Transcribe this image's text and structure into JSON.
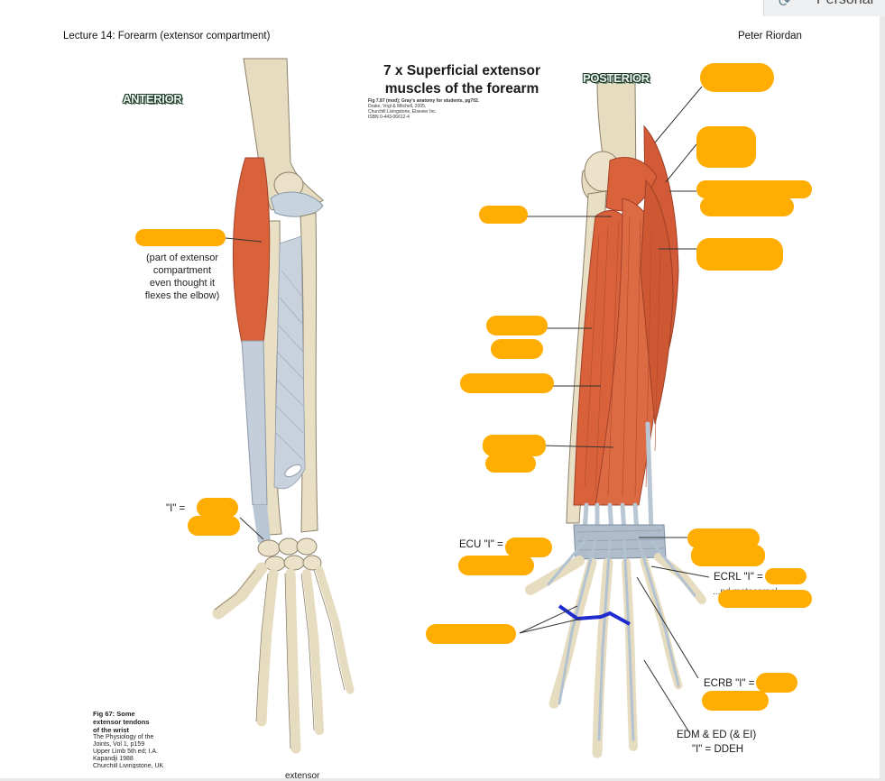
{
  "header": {
    "lecture": "Lecture 14: Forearm (extensor compartment)",
    "author": "Peter Riordan",
    "corner_tab": "Personal"
  },
  "title": {
    "line1": "7 x Superficial extensor",
    "line2": "muscles of the forearm"
  },
  "citation": [
    "Fig 7.87 (mod); Gray's anatomy for students, pg702.",
    "Drake, Vogl & Mitchell, 2005,",
    "Churchill Livingstone, Elsevier Inc.",
    "ISBN 0-443-06612-4"
  ],
  "views": {
    "anterior": "ANTERIOR",
    "posterior": "POSTERIOR"
  },
  "anterior_note": [
    "(part of extensor",
    "compartment",
    "even thought it",
    "flexes the elbow)"
  ],
  "labels": {
    "anterior_i": "\"I\" =",
    "ecu": "ECU \"I\" =",
    "ecrl": "ECRL \"I\" =",
    "ecrl_cont": "...nd metacarpal",
    "ecrb": "ECRB \"I\" =",
    "edm_line1": "EDM & ED (& EI)",
    "edm_line2": "\"I\" = DDEH",
    "bottom_cut": "extensor"
  },
  "figure67": {
    "caption": [
      "Fig 67: Some",
      "extensor tendons",
      "of the wrist"
    ],
    "source": [
      "The Physiology of the",
      "Joints, Vol 1, p159",
      "Upper Limb 5th ed; I.A.",
      "Kapandji 1988",
      "Churchill Livingstone, UK"
    ]
  },
  "colors": {
    "highlight": "#ffad00",
    "muscle": "#d9623b",
    "bone": "#e8dfc4",
    "tendon": "#b9c6d3",
    "annotation_blue": "#1f2ccf"
  }
}
